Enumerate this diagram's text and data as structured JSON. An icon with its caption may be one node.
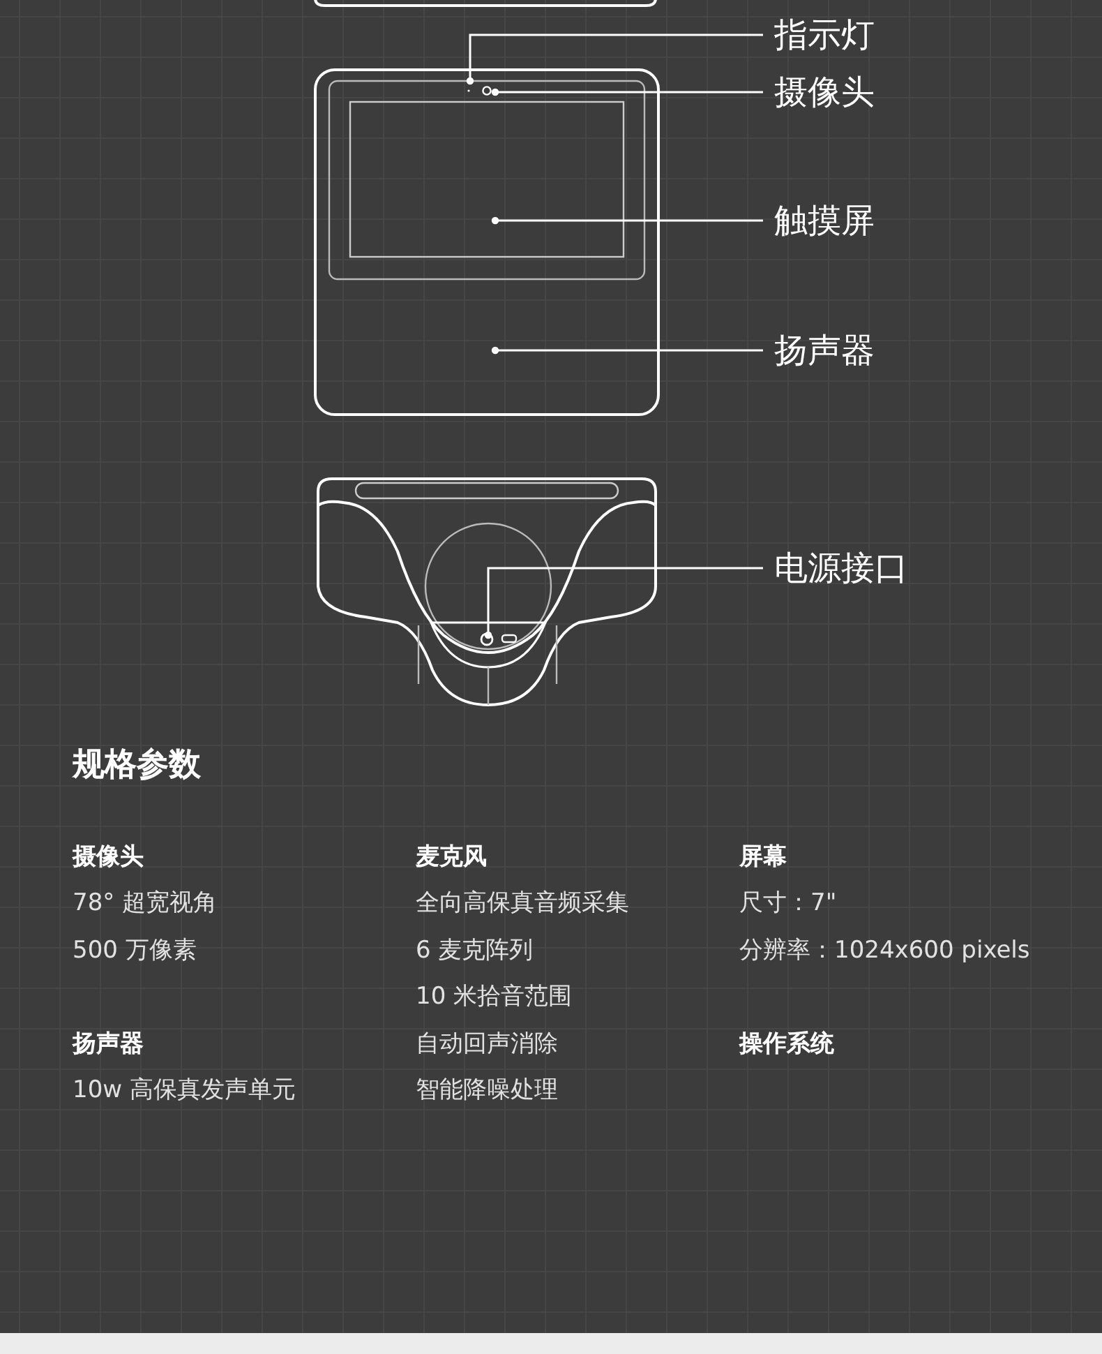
{
  "diagram": {
    "nodes": [
      {
        "text": [
          "指示灯"
        ]
      },
      {
        "text": [
          "摄像头"
        ]
      },
      {
        "text": [
          "触摸屏"
        ]
      },
      {
        "text": [
          "扬声器"
        ]
      },
      {
        "text": [
          "电源接口"
        ]
      }
    ],
    "edges": [
      {
        "from": 0,
        "to": null,
        "arrow": "other"
      },
      {
        "from": 1,
        "to": null,
        "arrow": "other"
      },
      {
        "from": 2,
        "to": null,
        "arrow": "other"
      },
      {
        "from": 3,
        "to": null,
        "arrow": "other"
      },
      {
        "from": 4,
        "to": null,
        "arrow": "other"
      }
    ],
    "labels": [
      "规格参数",
      "摄像头",
      "麦克风",
      "屏幕",
      "78° 超宽视角",
      "全向高保真音频采集",
      "尺寸：7\"",
      "500 万像素",
      "6 麦克阵列",
      "分辨率：1024x600 pixels",
      "10 米拾音范围",
      "扬声器",
      "自动回声消除",
      "操作系统",
      "10w 高保真发声单元",
      "智能降噪处理"
    ]
  }
}
